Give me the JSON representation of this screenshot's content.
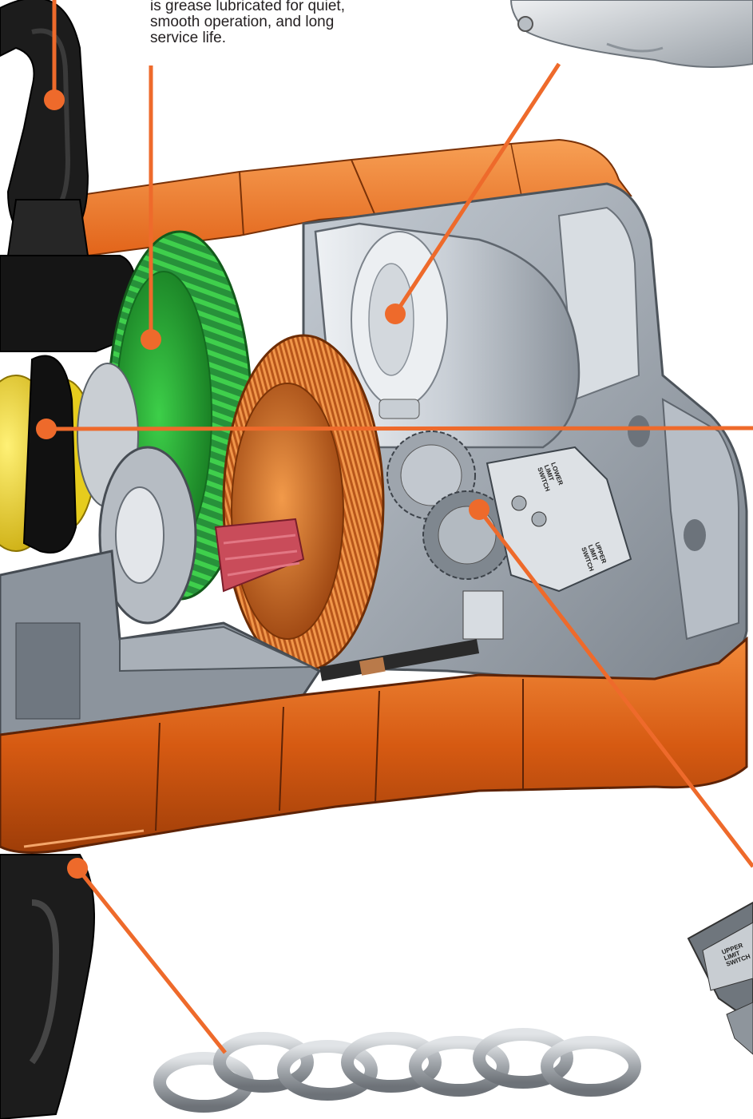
{
  "caption": {
    "lines": [
      "is grease lubricated for quiet,",
      "smooth operation, and long",
      "service life."
    ]
  },
  "switch_labels": {
    "lower": [
      "LOWER",
      "LIMIT",
      "SWITCH"
    ],
    "upper": [
      "UPPER",
      "LIMIT",
      "SWITCH"
    ],
    "small": [
      "UPPER",
      "LIMIT",
      "SWITCH"
    ]
  },
  "colors": {
    "callout_line": "#ee6a2b",
    "callout_dot": "#ee6a2b",
    "housing_orange": "#e46a1e",
    "housing_grey": "#9aa3ad",
    "gear_green": "#2f9e3a",
    "gear_bronze": "#c9621e",
    "pinion_yellow": "#e8d21a",
    "hook_black": "#1c1c1c",
    "chain_steel": "#a9adb1",
    "caption_text": "#231f20"
  },
  "callouts": [
    {
      "name": "top-hook",
      "target": "top-hook-illustration"
    },
    {
      "name": "gearing",
      "target": "green-helical-gear"
    },
    {
      "name": "motor-brake",
      "target": "motor-brake-drum"
    },
    {
      "name": "load-sheave",
      "target": "load-sheave"
    },
    {
      "name": "limit-switch-gears",
      "target": "limit-switch-gears"
    },
    {
      "name": "bottom-hook",
      "target": "bottom-hook-illustration"
    },
    {
      "name": "chain",
      "target": "load-chain-illustration"
    }
  ],
  "icons": {
    "callout_marker": "orange-dot-icon"
  }
}
